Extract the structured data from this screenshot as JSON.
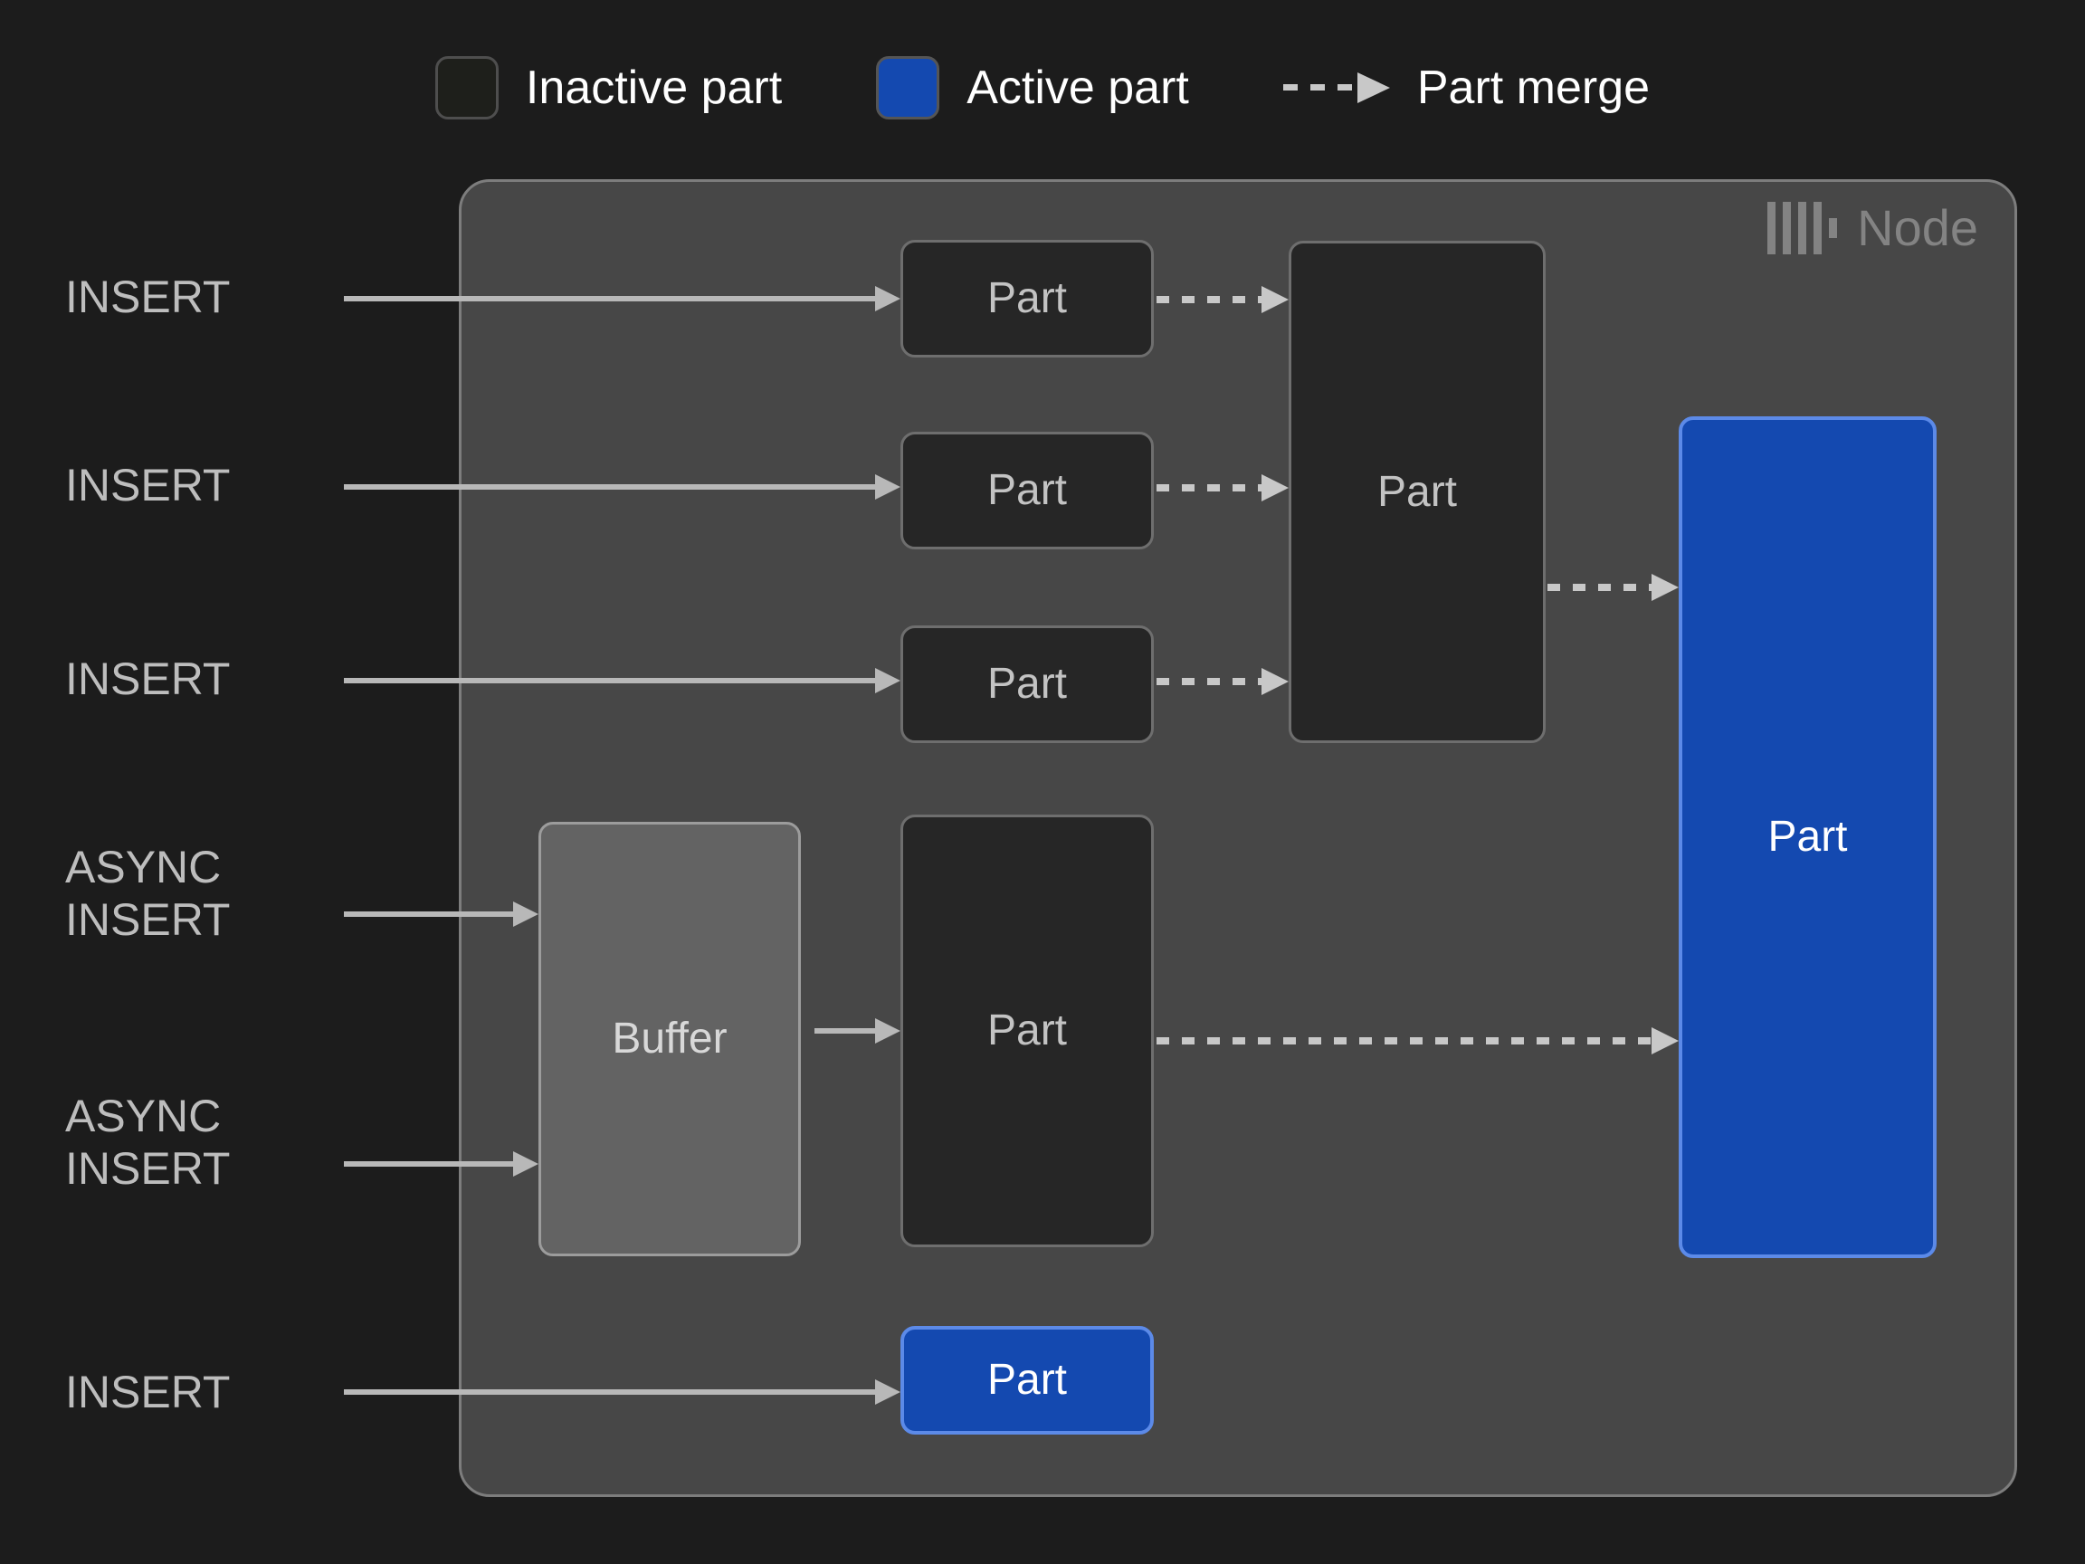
{
  "legend": {
    "items": [
      {
        "id": "inactive",
        "icon": "square-swatch-icon",
        "label": "Inactive part",
        "color": "#1e1f1b"
      },
      {
        "id": "active",
        "icon": "square-swatch-icon",
        "label": "Active part",
        "color": "#1449b0"
      },
      {
        "id": "merge",
        "icon": "dashed-arrow-icon",
        "label": "Part merge",
        "color": "#c8c8c8"
      }
    ]
  },
  "node": {
    "title": "Node",
    "logo_icon": "clickhouse-logo-icon",
    "background": "#474747",
    "border": "#7d7d7d"
  },
  "sources": [
    {
      "id": "insert-1",
      "label": "INSERT"
    },
    {
      "id": "insert-2",
      "label": "INSERT"
    },
    {
      "id": "insert-3",
      "label": "INSERT"
    },
    {
      "id": "async-insert-1",
      "label": "ASYNC\nINSERT"
    },
    {
      "id": "async-insert-2",
      "label": "ASYNC\nINSERT"
    },
    {
      "id": "insert-4",
      "label": "INSERT"
    }
  ],
  "boxes": {
    "part_row_1": {
      "label": "Part",
      "state": "inactive"
    },
    "part_row_2": {
      "label": "Part",
      "state": "inactive"
    },
    "part_row_3": {
      "label": "Part",
      "state": "inactive"
    },
    "part_merged": {
      "label": "Part",
      "state": "inactive"
    },
    "buffer": {
      "label": "Buffer",
      "state": "buffer"
    },
    "part_async": {
      "label": "Part",
      "state": "inactive"
    },
    "part_final": {
      "label": "Part",
      "state": "active"
    },
    "part_direct_active": {
      "label": "Part",
      "state": "active"
    }
  },
  "colors": {
    "page_background": "#1c1c1c",
    "inactive_fill": "#262626",
    "inactive_border": "#6e6e6e",
    "active_fill": "#1449b0",
    "active_border": "#5c8ae8",
    "buffer_fill": "#636363",
    "buffer_border": "#9c9c9c",
    "connector": "#b8b8b8",
    "merge_connector": "#c8c8c8",
    "label_text": "#bdbdbd",
    "legend_text": "#ffffff"
  }
}
